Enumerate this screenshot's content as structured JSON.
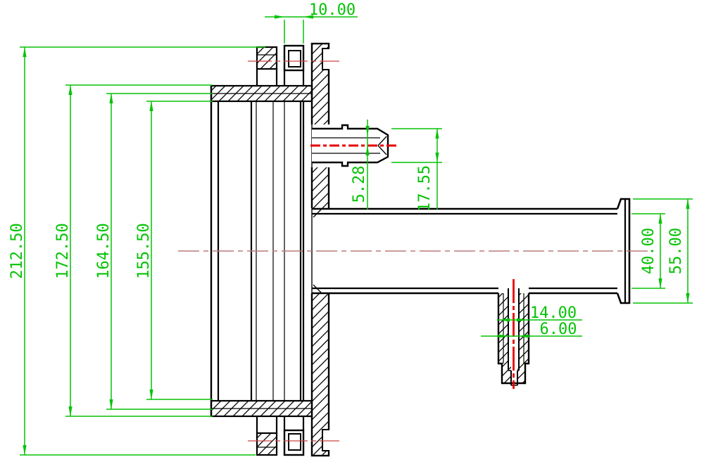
{
  "drawing": {
    "kind": "engineering cross-section (flanged hub with shaft, port fitting and drain stub)",
    "colors": {
      "geometry": "#000000",
      "dimension_green": "#06c206",
      "centerline_main": "#bb7b7b",
      "centerline_feature": "#e60000",
      "background": "#ffffff"
    },
    "dims": {
      "d10": "10.00",
      "d212": "212.50",
      "d172": "172.50",
      "d164": "164.50",
      "d155": "155.50",
      "d528": "5.28",
      "d1755": "17.55",
      "d40": "40.00",
      "d55": "55.00",
      "d14": "14.00",
      "d6": "6.00"
    }
  }
}
